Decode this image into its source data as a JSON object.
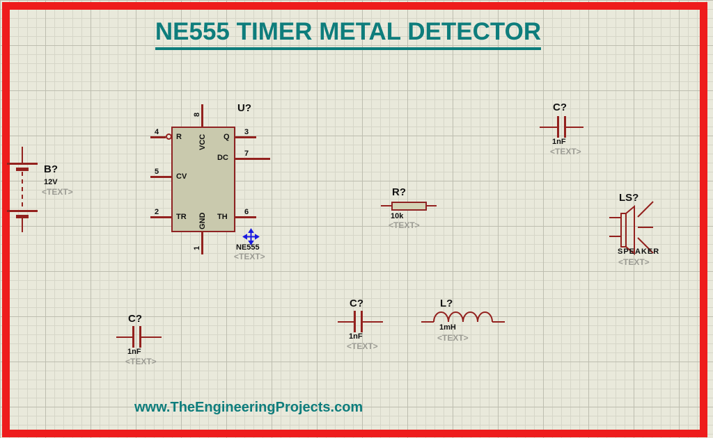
{
  "header": {
    "title": "NE555 TIMER METAL DETECTOR"
  },
  "footer": {
    "url": "www.TheEngineeringProjects.com"
  },
  "colors": {
    "accent_teal": "#0e7d7c",
    "frame_red": "#ee1c1c",
    "component_red": "#93211e",
    "ic_fill": "#c9c9ad",
    "grid_bg": "#e9e9db",
    "placeholder_gray": "#9c9c94",
    "origin_marker_blue": "#1a1ae0"
  },
  "ic": {
    "ref": "U?",
    "part": "NE555",
    "placeholder": "<TEXT>",
    "pin_numbers": {
      "p8": "8",
      "p4": "4",
      "p5": "5",
      "p2": "2",
      "p3": "3",
      "p7": "7",
      "p6": "6",
      "p1": "1"
    },
    "pin_names": {
      "r": "R",
      "cv": "CV",
      "tr": "TR",
      "q": "Q",
      "dc": "DC",
      "th": "TH",
      "vcc": "VCC",
      "gnd": "GND"
    }
  },
  "battery": {
    "ref": "B?",
    "value": "12V",
    "placeholder": "<TEXT>"
  },
  "capacitor_top_right": {
    "ref": "C?",
    "value": "1nF",
    "placeholder": "<TEXT>"
  },
  "capacitor_bottom_left": {
    "ref": "C?",
    "value": "1nF",
    "placeholder": "<TEXT>"
  },
  "capacitor_bottom_mid": {
    "ref": "C?",
    "value": "1nF",
    "placeholder": "<TEXT>"
  },
  "resistor": {
    "ref": "R?",
    "value": "10k",
    "placeholder": "<TEXT>"
  },
  "inductor": {
    "ref": "L?",
    "value": "1mH",
    "placeholder": "<TEXT>"
  },
  "speaker": {
    "ref": "LS?",
    "value": "SPEAKER",
    "placeholder": "<TEXT>"
  }
}
